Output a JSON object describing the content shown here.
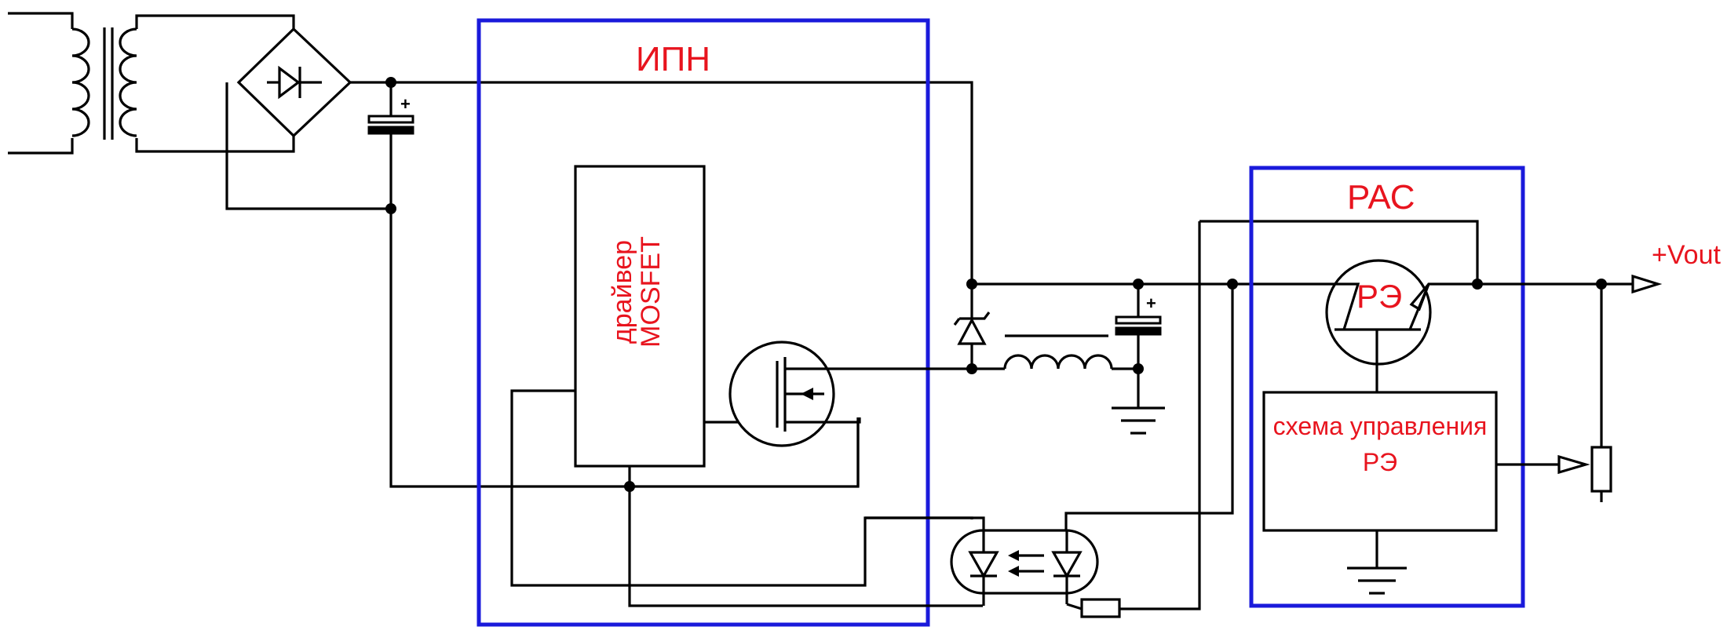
{
  "labels": {
    "ipn": "ИПН",
    "pac": "РАС",
    "vout": "+Vout",
    "driver_line1": "драйвер",
    "driver_line2": "MOSFET",
    "re": "РЭ",
    "control_line1": "схема управления",
    "control_line2": "РЭ",
    "plus": "+"
  },
  "colors": {
    "block_border": "#1a1adb",
    "label_text": "#e8141e",
    "wire": "#000000"
  }
}
